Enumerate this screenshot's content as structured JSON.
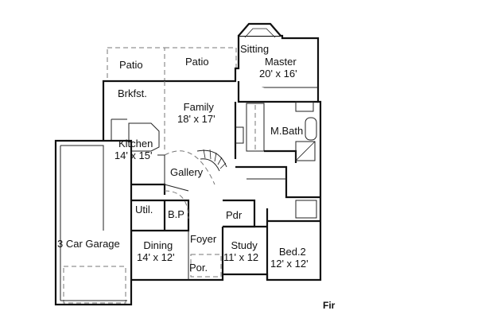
{
  "plan": {
    "rooms": {
      "patio_left": {
        "name": "Patio"
      },
      "patio_right": {
        "name": "Patio"
      },
      "sitting": {
        "name": "Sitting"
      },
      "master": {
        "name": "Master",
        "size": "20' x 16'"
      },
      "brkfst": {
        "name": "Brkfst."
      },
      "family": {
        "name": "Family",
        "size": "18' x 17'"
      },
      "mbath": {
        "name": "M.Bath"
      },
      "kitchen": {
        "name": "Kitchen",
        "size": "14' x 15'"
      },
      "gallery": {
        "name": "Gallery"
      },
      "util": {
        "name": "Util."
      },
      "bp": {
        "name": "B.P"
      },
      "pdr": {
        "name": "Pdr"
      },
      "garage": {
        "name": "3 Car Garage"
      },
      "dining": {
        "name": "Dining",
        "size": "14' x 12'"
      },
      "foyer": {
        "name": "Foyer"
      },
      "study": {
        "name": "Study",
        "size": "11' x 12"
      },
      "bed2": {
        "name": "Bed.2",
        "size": "12' x 12'"
      },
      "porch": {
        "name": "Por."
      }
    },
    "floor_label": "Fir"
  }
}
